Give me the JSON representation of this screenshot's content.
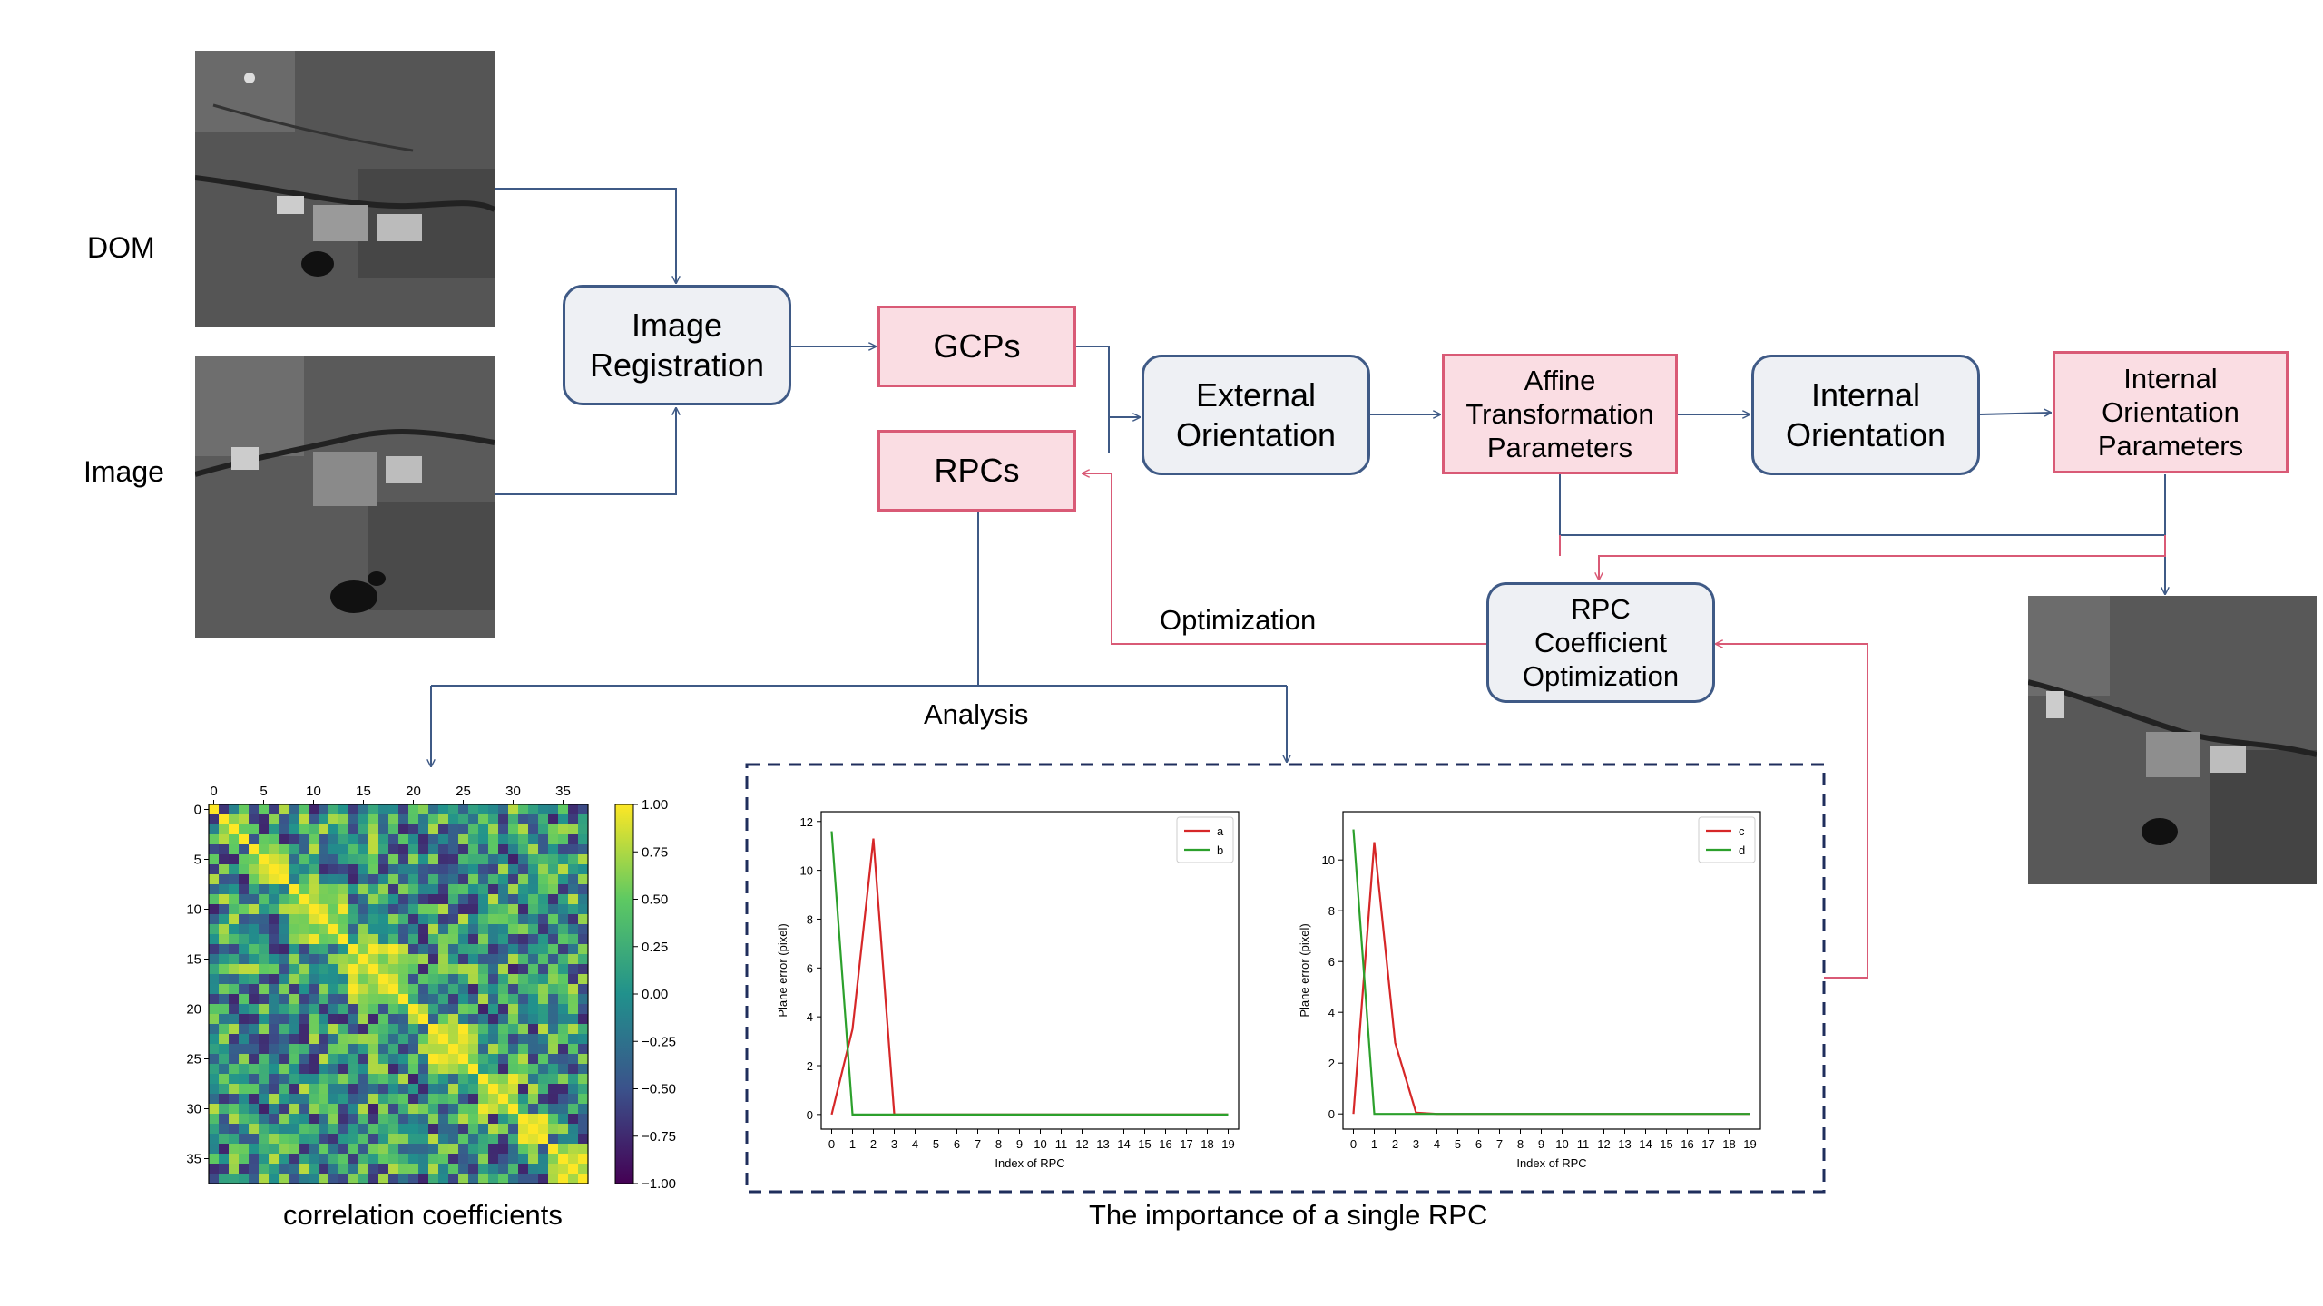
{
  "labels": {
    "dom": "DOM",
    "image": "Image",
    "optimization": "Optimization",
    "analysis": "Analysis",
    "correlation_caption": "correlation coefficients",
    "importance_caption": "The importance of a single RPC"
  },
  "boxes": {
    "image_registration": "Image Registration",
    "gcps": "GCPs",
    "rpcs": "RPCs",
    "external_orientation": "External Orientation",
    "affine_params": "Affine Transformation Parameters",
    "internal_orientation": "Internal Orientation",
    "internal_params": "Internal Orientation Parameters",
    "rpc_optimization": "RPC Coefficient Optimization"
  },
  "colors": {
    "gray_box_fill": "#eef0f4",
    "gray_box_border": "#3f5a86",
    "pink_box_fill": "#fadde3",
    "pink_box_border": "#d95a76",
    "arrow_blue": "#3f5a86",
    "arrow_red": "#d95a76"
  },
  "chart_data": [
    {
      "type": "heatmap",
      "title": "",
      "xlabel": "",
      "ylabel": "",
      "size": 38,
      "x_ticks": [
        "0",
        "5",
        "10",
        "15",
        "20",
        "25",
        "30",
        "35"
      ],
      "y_ticks": [
        "0",
        "5",
        "10",
        "15",
        "20",
        "25",
        "30",
        "35"
      ],
      "colorbar_ticks": [
        "1.00",
        "0.75",
        "0.50",
        "0.25",
        "0.00",
        "−0.25",
        "−0.50",
        "−0.75",
        "−1.00"
      ],
      "vlim": [
        -1,
        1
      ],
      "colormap": "viridis"
    },
    {
      "type": "line",
      "title": "",
      "xlabel": "Index of RPC",
      "ylabel": "Plane error (pixel)",
      "x": [
        0,
        1,
        2,
        3,
        4,
        5,
        6,
        7,
        8,
        9,
        10,
        11,
        12,
        13,
        14,
        15,
        16,
        17,
        18,
        19
      ],
      "ylim": [
        0,
        12
      ],
      "y_ticks": [
        "0",
        "2",
        "4",
        "6",
        "8",
        "10",
        "12"
      ],
      "legend": "top-right",
      "series": [
        {
          "name": "a",
          "color": "#d62728",
          "values": [
            0,
            3.5,
            11.3,
            0,
            0,
            0,
            0,
            0,
            0,
            0,
            0,
            0,
            0,
            0,
            0,
            0,
            0,
            0,
            0,
            0
          ]
        },
        {
          "name": "b",
          "color": "#2ca02c",
          "values": [
            11.6,
            0,
            0,
            0,
            0,
            0,
            0,
            0,
            0,
            0,
            0,
            0,
            0,
            0,
            0,
            0,
            0,
            0,
            0,
            0
          ]
        }
      ]
    },
    {
      "type": "line",
      "title": "",
      "xlabel": "Index of RPC",
      "ylabel": "Plane error (pixel)",
      "x": [
        0,
        1,
        2,
        3,
        4,
        5,
        6,
        7,
        8,
        9,
        10,
        11,
        12,
        13,
        14,
        15,
        16,
        17,
        18,
        19
      ],
      "ylim": [
        0,
        11.5
      ],
      "y_ticks": [
        "0",
        "2",
        "4",
        "6",
        "8",
        "10"
      ],
      "legend": "top-right",
      "series": [
        {
          "name": "c",
          "color": "#d62728",
          "values": [
            0,
            10.7,
            2.8,
            0.05,
            0,
            0,
            0,
            0,
            0,
            0,
            0,
            0,
            0,
            0,
            0,
            0,
            0,
            0,
            0,
            0
          ]
        },
        {
          "name": "d",
          "color": "#2ca02c",
          "values": [
            11.2,
            0,
            0,
            0,
            0,
            0,
            0,
            0,
            0,
            0,
            0,
            0,
            0,
            0,
            0,
            0,
            0,
            0,
            0,
            0
          ]
        }
      ]
    }
  ]
}
